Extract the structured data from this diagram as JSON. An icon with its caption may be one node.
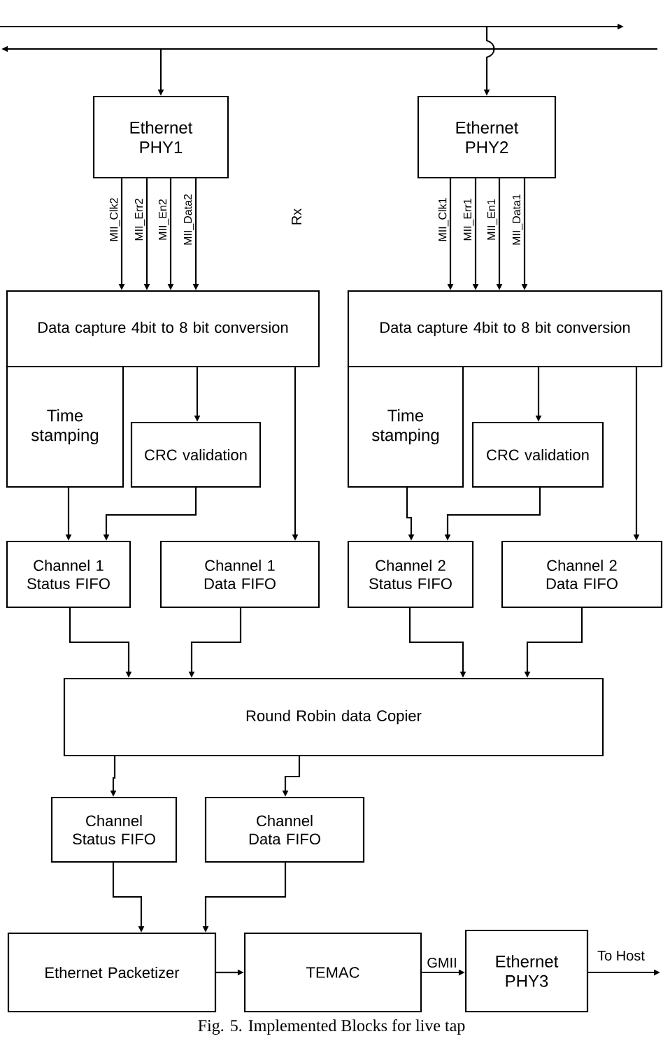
{
  "diagram": {
    "caption": "Fig. 5. Implemented Blocks for live tap",
    "nodes": [
      {
        "text": [
          "Ethernet PHY1"
        ]
      },
      {
        "text": [
          "Ethernet PHY2"
        ]
      },
      {
        "text": [
          "Data capture 4bit to 8 bit conversion"
        ]
      },
      {
        "text": [
          "Data capture 4bit to 8 bit conversion"
        ]
      },
      {
        "text": [
          "Time stamping"
        ]
      },
      {
        "text": [
          "CRC validation"
        ]
      },
      {
        "text": [
          "Channel 1 Status FIFO"
        ]
      },
      {
        "text": [
          "Channel 1 Data FIFO"
        ]
      },
      {
        "text": [
          "Time stamping"
        ]
      },
      {
        "text": [
          "CRC validation"
        ]
      },
      {
        "text": [
          "Channel 2 Status FIFO"
        ]
      },
      {
        "text": [
          "Channel 2 Data FIFO"
        ]
      },
      {
        "text": [
          "Round Robin data Copier"
        ]
      },
      {
        "text": [
          "Channel Status FIFO"
        ]
      },
      {
        "text": [
          "Channel Data FIFO"
        ]
      },
      {
        "text": [
          "Ethernet Packetizer"
        ]
      },
      {
        "text": [
          "TEMAC"
        ]
      },
      {
        "text": [
          "Ethernet PHY3"
        ]
      }
    ],
    "edges": [
      {
        "from": null,
        "to": 0,
        "arrow": "to"
      },
      {
        "from": null,
        "to": 1,
        "arrow": "to"
      },
      {
        "from": 0,
        "to": 2,
        "arrow": "to",
        "label": "MII_Clk2"
      },
      {
        "from": 0,
        "to": 2,
        "arrow": "to",
        "label": "MII_Err2"
      },
      {
        "from": 0,
        "to": 2,
        "arrow": "to",
        "label": "MII_En2"
      },
      {
        "from": 0,
        "to": 2,
        "arrow": "to",
        "label": "MII_Data2"
      },
      {
        "from": 1,
        "to": 3,
        "arrow": "to",
        "label": "MII_Clk1"
      },
      {
        "from": 1,
        "to": 3,
        "arrow": "to",
        "label": "MII_Err1"
      },
      {
        "from": 1,
        "to": 3,
        "arrow": "to",
        "label": "MII_En1"
      },
      {
        "from": 1,
        "to": 3,
        "arrow": "to",
        "label": "MII_Data1"
      },
      {
        "from": 2,
        "to": 5,
        "arrow": "to"
      },
      {
        "from": 2,
        "to": 7,
        "arrow": "to"
      },
      {
        "from": 4,
        "to": 6,
        "arrow": "to"
      },
      {
        "from": 5,
        "to": 6,
        "arrow": "to"
      },
      {
        "from": 3,
        "to": 9,
        "arrow": "to"
      },
      {
        "from": 3,
        "to": 11,
        "arrow": "to"
      },
      {
        "from": 8,
        "to": 10,
        "arrow": "to"
      },
      {
        "from": 9,
        "to": 10,
        "arrow": "to"
      },
      {
        "from": 6,
        "to": 12,
        "arrow": "to"
      },
      {
        "from": 7,
        "to": 12,
        "arrow": "to"
      },
      {
        "from": 10,
        "to": 12,
        "arrow": "to"
      },
      {
        "from": 11,
        "to": 12,
        "arrow": "to"
      },
      {
        "from": 12,
        "to": 13,
        "arrow": "to"
      },
      {
        "from": 12,
        "to": 14,
        "arrow": "to"
      },
      {
        "from": 13,
        "to": 15,
        "arrow": "to"
      },
      {
        "from": 14,
        "to": 15,
        "arrow": "to"
      },
      {
        "from": 15,
        "to": 16,
        "arrow": "to"
      },
      {
        "from": 16,
        "to": 17,
        "arrow": "to",
        "label": "GMII"
      },
      {
        "from": 17,
        "to": null,
        "arrow": "to",
        "label": "To Host"
      }
    ],
    "labels": [
      "Rx"
    ]
  }
}
